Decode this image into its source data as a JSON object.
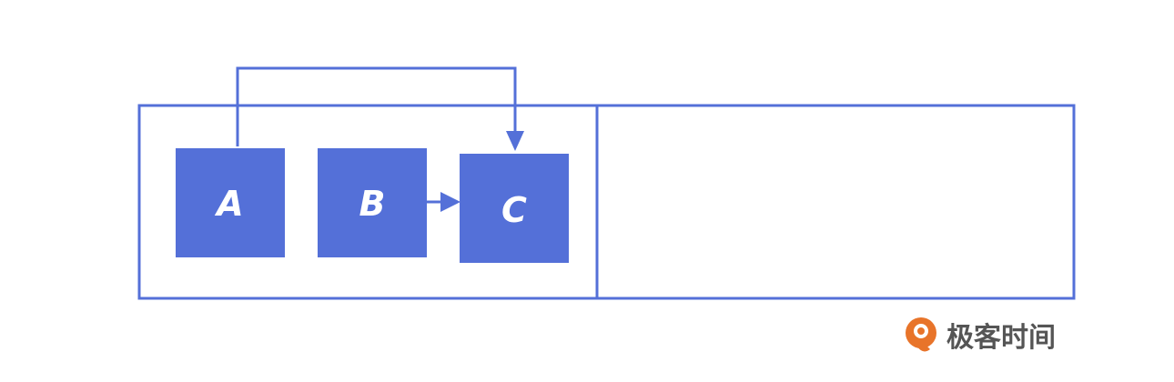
{
  "colors": {
    "accent": "#5470d8",
    "line": "#5470d8",
    "brand": "#e8742a",
    "brand_text": "#555555"
  },
  "nodes": [
    {
      "id": "A",
      "label": "A"
    },
    {
      "id": "B",
      "label": "B"
    },
    {
      "id": "C",
      "label": "C"
    }
  ],
  "edges": [
    {
      "from": "A",
      "to": "C"
    },
    {
      "from": "B",
      "to": "C"
    }
  ],
  "brand": {
    "icon": "geektime-logo-icon",
    "text": "极客时间"
  }
}
